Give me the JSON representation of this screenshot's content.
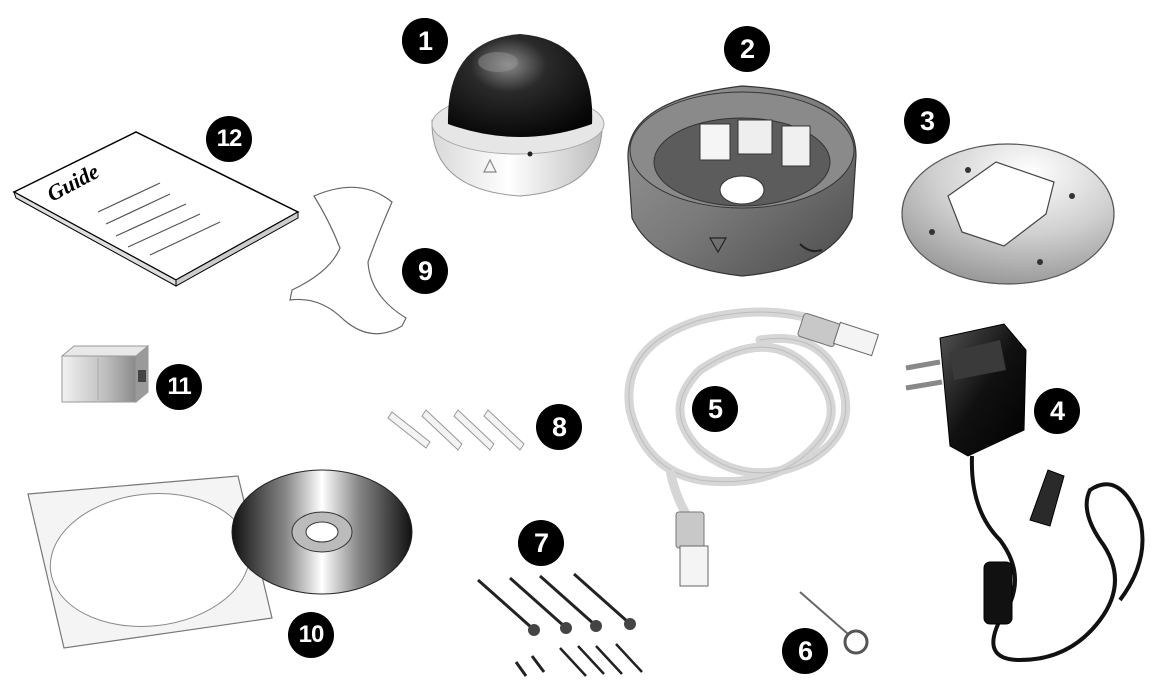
{
  "guide": {
    "title": "Guide"
  },
  "items": [
    {
      "number": "1",
      "name": "dome-camera"
    },
    {
      "number": "2",
      "name": "mounting-base"
    },
    {
      "number": "3",
      "name": "mounting-plate"
    },
    {
      "number": "4",
      "name": "power-adapter"
    },
    {
      "number": "5",
      "name": "network-cable"
    },
    {
      "number": "6",
      "name": "pin-tool"
    },
    {
      "number": "7",
      "name": "screws"
    },
    {
      "number": "8",
      "name": "wall-anchors"
    },
    {
      "number": "9",
      "name": "dome-tool"
    },
    {
      "number": "10",
      "name": "cd-in-sleeve"
    },
    {
      "number": "11",
      "name": "rj45-coupler"
    },
    {
      "number": "12",
      "name": "quick-guide"
    }
  ]
}
